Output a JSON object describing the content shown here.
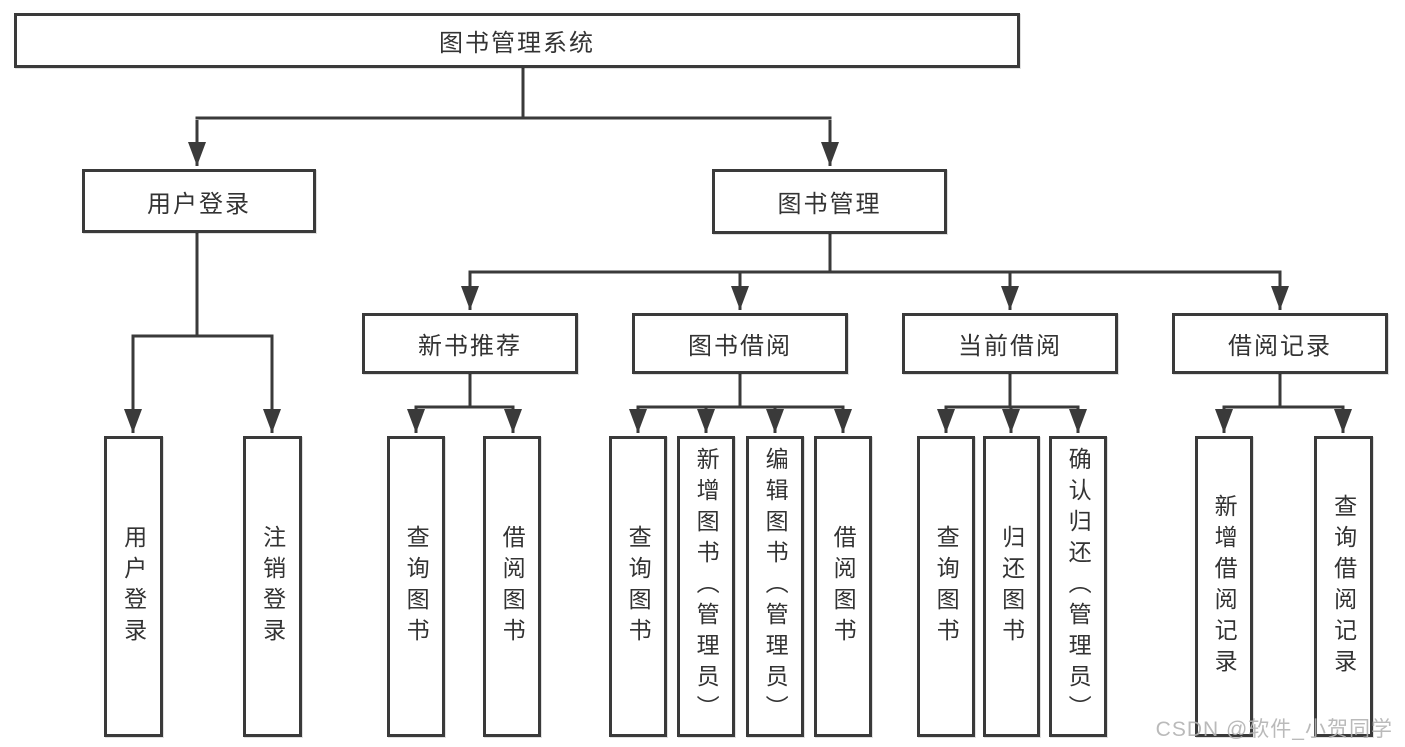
{
  "root": {
    "label": "图书管理系统"
  },
  "level2": [
    {
      "label": "用户登录"
    },
    {
      "label": "图书管理"
    }
  ],
  "level3": [
    {
      "label": "新书推荐"
    },
    {
      "label": "图书借阅"
    },
    {
      "label": "当前借阅"
    },
    {
      "label": "借阅记录"
    }
  ],
  "leaves": [
    {
      "label": "用户登录"
    },
    {
      "label": "注销登录"
    },
    {
      "label": "查询图书"
    },
    {
      "label": "借阅图书"
    },
    {
      "label": "查询图书"
    },
    {
      "label": "新增图书（管理员）"
    },
    {
      "label": "编辑图书（管理员）"
    },
    {
      "label": "借阅图书"
    },
    {
      "label": "查询图书"
    },
    {
      "label": "归还图书"
    },
    {
      "label": "确认归还（管理员）"
    },
    {
      "label": "新增借阅记录"
    },
    {
      "label": "查询借阅记录"
    }
  ],
  "watermark": {
    "text": "CSDN @软件_小贺同学"
  },
  "colors": {
    "line": "#3a3a3a",
    "box_border": "#3a3a3a",
    "text": "#333333",
    "background": "#ffffff",
    "watermark": "#b2b2b2"
  }
}
